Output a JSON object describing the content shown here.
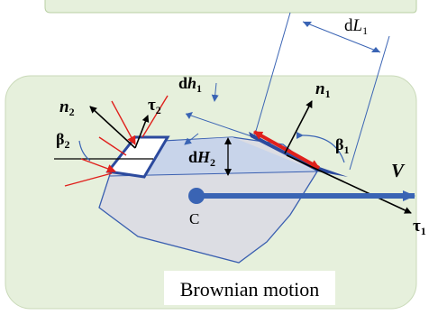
{
  "labels": {
    "dL_d": "d",
    "dL_sym": "L",
    "dL_sub": "1",
    "dh_d": "d",
    "dh_sym": "h",
    "dh_sub": "1",
    "dH_d": "d",
    "dH_sym": "H",
    "dH_sub": "2",
    "n1_sym": "n",
    "n1_sub": "1",
    "n2_sym": "n",
    "n2_sub": "2",
    "tau2_sym": "τ",
    "tau2_sub": "2",
    "tau1_sym": "τ",
    "tau1_sub": "1",
    "beta2_sym": "β",
    "beta2_sub": "2",
    "beta1_sym": "β",
    "beta1_sub": "1",
    "V": "V",
    "C": "C",
    "caption": "Brownian motion"
  },
  "colors": {
    "background_box": "#e6f0dc",
    "particle_fill": "#dcdde3",
    "particle_outline": "#3a5fb0",
    "wedge_fill": "#c5d3ea",
    "velocity_arrow": "#3a64b4",
    "red": "#e0201c",
    "dark_blue": "#2c4a9e"
  }
}
